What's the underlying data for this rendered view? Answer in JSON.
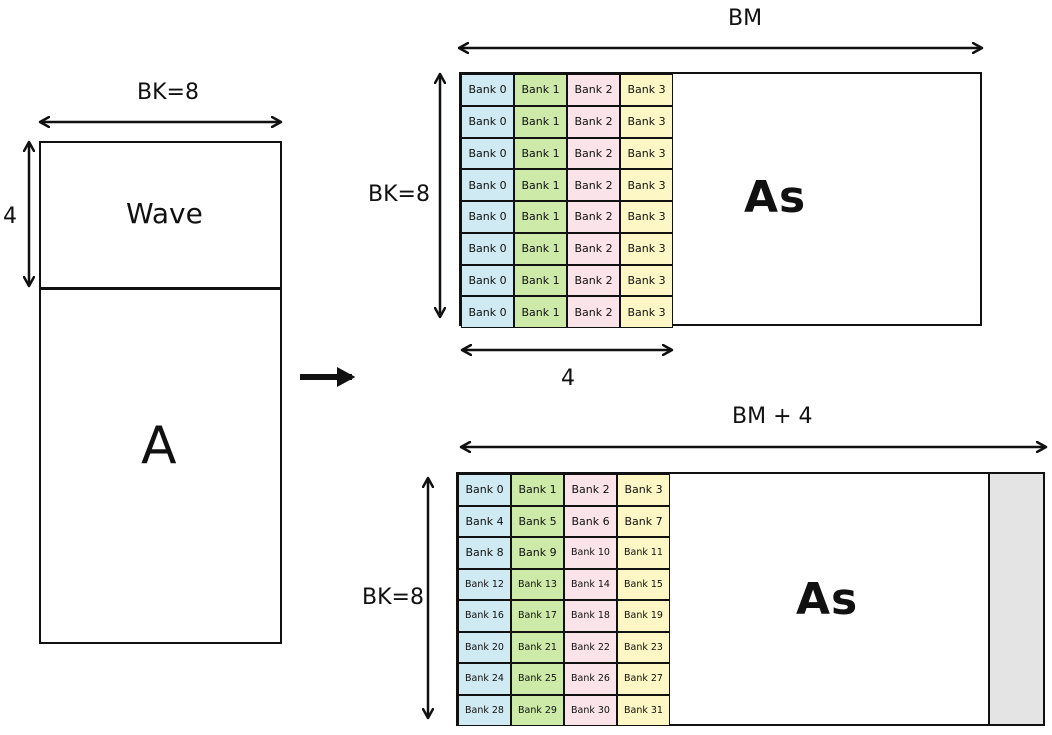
{
  "left": {
    "bk_label": "BK=8",
    "wave_label": "Wave",
    "wave_height_label": "4",
    "matrix_label": "A"
  },
  "top_tile": {
    "bm_label": "BM",
    "bk_label": "BK=8",
    "width_label": "4",
    "tile_label": "As",
    "rows": [
      [
        "Bank 0",
        "Bank 1",
        "Bank 2",
        "Bank 3"
      ],
      [
        "Bank 0",
        "Bank 1",
        "Bank 2",
        "Bank 3"
      ],
      [
        "Bank 0",
        "Bank 1",
        "Bank 2",
        "Bank 3"
      ],
      [
        "Bank 0",
        "Bank 1",
        "Bank 2",
        "Bank 3"
      ],
      [
        "Bank 0",
        "Bank 1",
        "Bank 2",
        "Bank 3"
      ],
      [
        "Bank 0",
        "Bank 1",
        "Bank 2",
        "Bank 3"
      ],
      [
        "Bank 0",
        "Bank 1",
        "Bank 2",
        "Bank 3"
      ],
      [
        "Bank 0",
        "Bank 1",
        "Bank 2",
        "Bank 3"
      ]
    ]
  },
  "bottom_tile": {
    "bm_label": "BM + 4",
    "bk_label": "BK=8",
    "tile_label": "As",
    "rows": [
      [
        "Bank 0",
        "Bank 1",
        "Bank 2",
        "Bank 3"
      ],
      [
        "Bank 4",
        "Bank 5",
        "Bank 6",
        "Bank 7"
      ],
      [
        "Bank 8",
        "Bank 9",
        "Bank 10",
        "Bank 11"
      ],
      [
        "Bank 12",
        "Bank 13",
        "Bank 14",
        "Bank 15"
      ],
      [
        "Bank 16",
        "Bank 17",
        "Bank 18",
        "Bank 19"
      ],
      [
        "Bank 20",
        "Bank 21",
        "Bank 22",
        "Bank 23"
      ],
      [
        "Bank 24",
        "Bank 25",
        "Bank 26",
        "Bank 27"
      ],
      [
        "Bank 28",
        "Bank 29",
        "Bank 30",
        "Bank 31"
      ]
    ]
  },
  "colors": {
    "col0": "#cfeaf2",
    "col1": "#cdeaa9",
    "col2": "#fbe3ea",
    "col3": "#fdf6c5",
    "padding": "#e4e4e4",
    "stroke": "#111111"
  }
}
